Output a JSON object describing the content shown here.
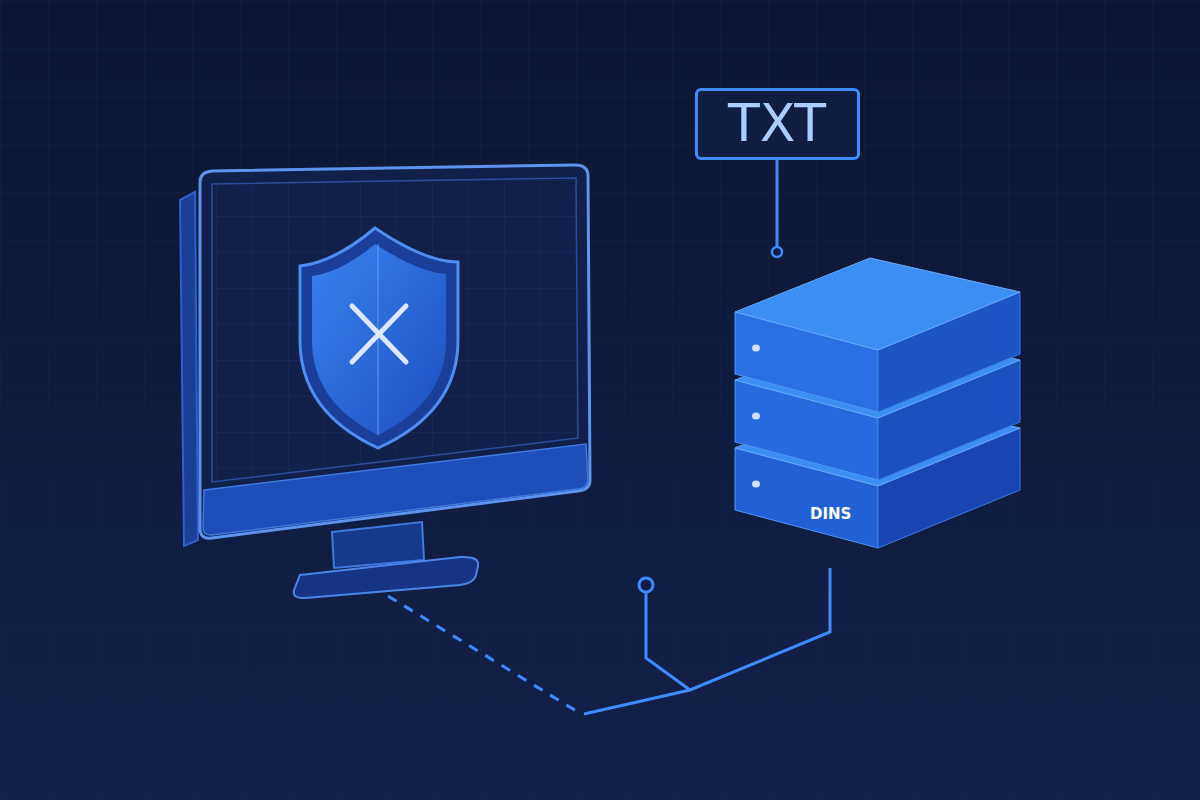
{
  "diagram": {
    "nodes": [
      {
        "text": [
          "TXT"
        ]
      },
      {
        "text": [
          "DINS"
        ]
      }
    ],
    "edges": [
      {
        "from": 0,
        "to": 1,
        "arrow": "none"
      }
    ]
  }
}
